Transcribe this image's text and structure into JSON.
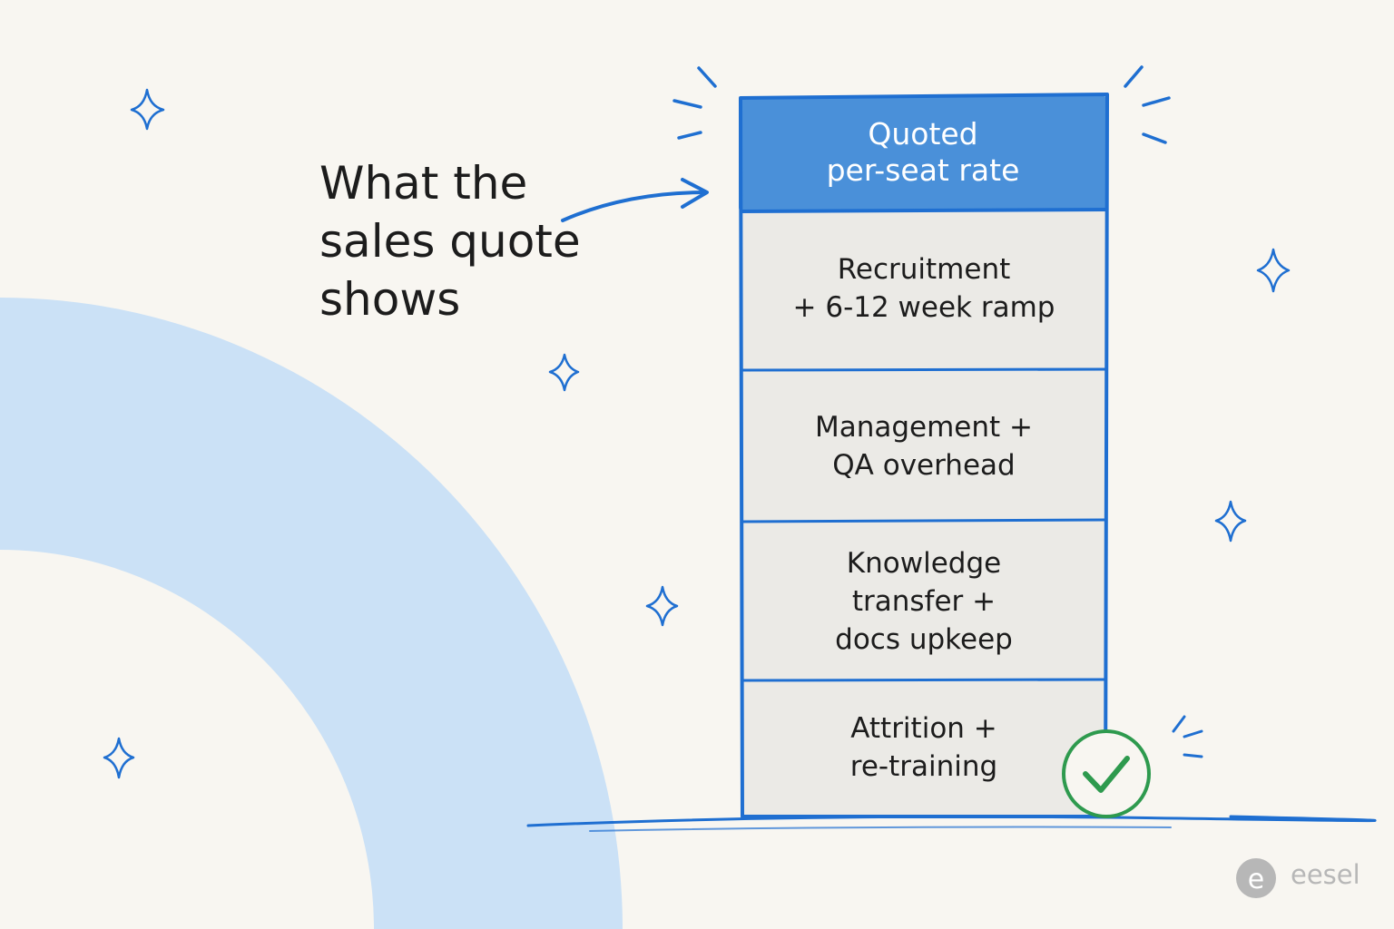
{
  "caption": {
    "lines": [
      "What the",
      "sales quote",
      "shows"
    ]
  },
  "stack": {
    "header_lines": [
      "Quoted",
      "per-seat rate"
    ],
    "cells": [
      {
        "lines": [
          "Recruitment",
          "+ 6-12 week ramp"
        ]
      },
      {
        "lines": [
          "Management +",
          "QA overhead"
        ]
      },
      {
        "lines": [
          "Knowledge",
          "transfer +",
          "docs upkeep"
        ]
      },
      {
        "lines": [
          "Attrition +",
          "re-training"
        ]
      }
    ]
  },
  "brand": {
    "name": "eesel",
    "logo_letter": "e"
  },
  "icons": [
    "sparkle-icon",
    "arrow-icon",
    "check-circle-icon",
    "eesel-logo-icon"
  ],
  "colors": {
    "background": "#f8f6f1",
    "header_blue": "#4a90d9",
    "outline_blue": "#1f6fd1",
    "cell_gray": "#ebeae6",
    "arc_blue": "#cbe1f6",
    "check_green": "#2e9a4e",
    "brand_gray": "#b7b7b7"
  }
}
